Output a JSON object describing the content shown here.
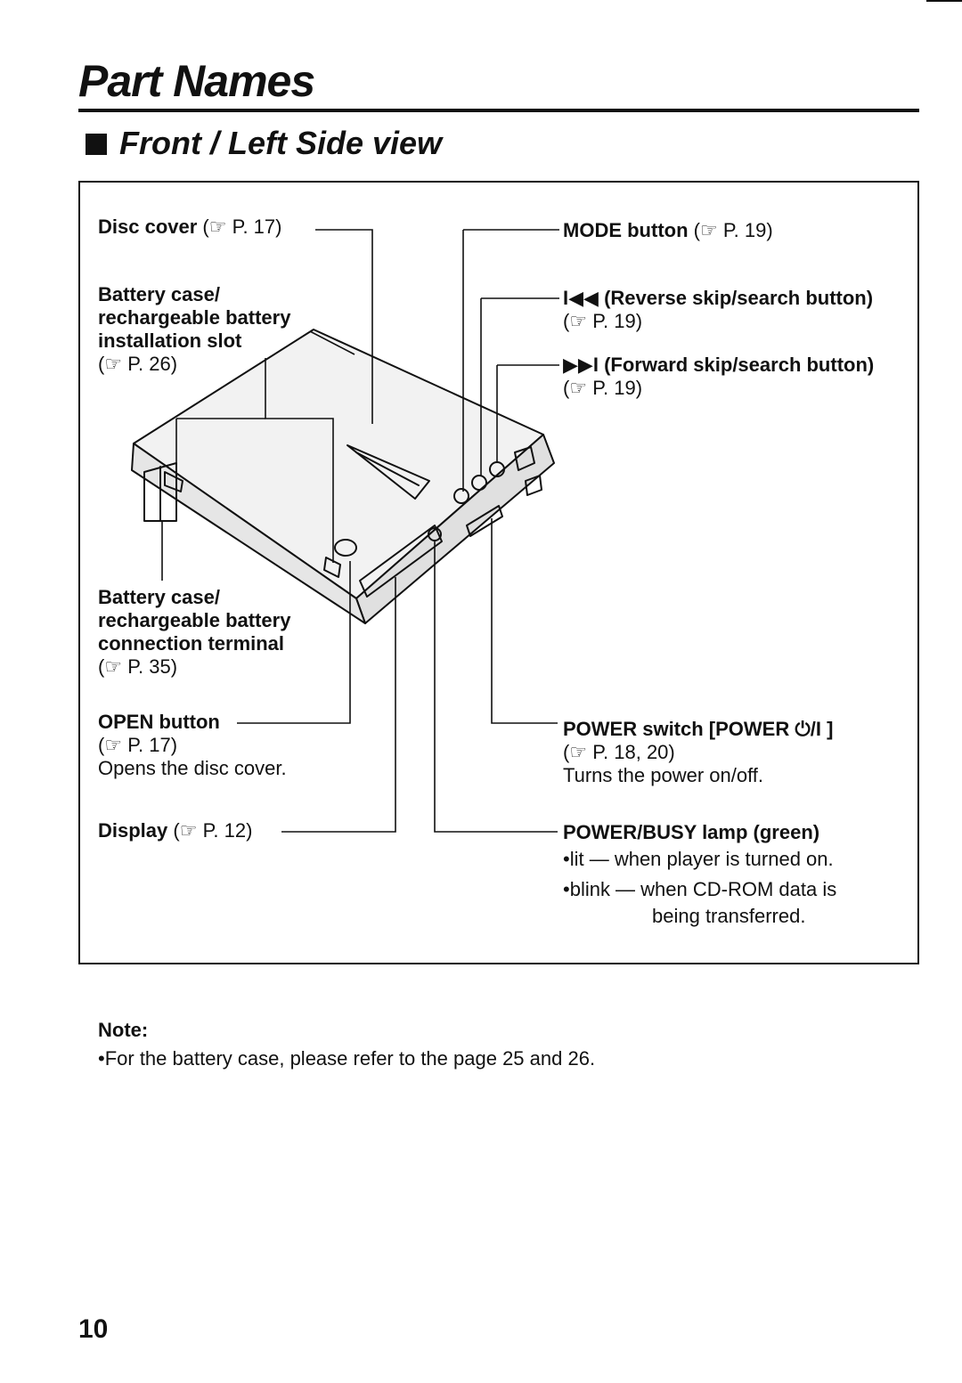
{
  "page_title": "Part Names",
  "section_title": "Front / Left Side view",
  "ref_icon": "pointing-hand-icon",
  "labels": {
    "disc_cover": {
      "name": "Disc cover",
      "ref": "P. 17)"
    },
    "battery_slot": {
      "line1": "Battery case/",
      "line2": "rechargeable battery",
      "line3": "installation slot",
      "ref": "P. 26)"
    },
    "battery_terminal": {
      "line1": "Battery case/",
      "line2": "rechargeable battery",
      "line3": "connection terminal",
      "ref": "P. 35)"
    },
    "open_button": {
      "name": "OPEN button",
      "ref": "P. 17)",
      "desc": "Opens the disc cover."
    },
    "display": {
      "name": "Display",
      "ref": "P. 12)"
    },
    "mode_button": {
      "name": "MODE button",
      "ref": "P. 19)"
    },
    "reverse_skip": {
      "symbol": "I◀◀",
      "name": "(Reverse skip/search button)",
      "ref": "P. 19)"
    },
    "forward_skip": {
      "symbol": "▶▶I",
      "name": "(Forward skip/search button)",
      "ref": "P. 19)"
    },
    "power_switch": {
      "name": "POWER switch [POWER ⏻/I ]",
      "ref": "P. 18, 20)",
      "desc": "Turns the power on/off."
    },
    "power_lamp": {
      "name": "POWER/BUSY lamp (green)",
      "lit": "•lit — when player is turned on.",
      "blink": "•blink — when CD-ROM data is",
      "blink2": "being transferred."
    }
  },
  "note": {
    "label": "Note:",
    "text": "•For the battery case, please refer to the page 25 and 26."
  },
  "page_number": "10"
}
